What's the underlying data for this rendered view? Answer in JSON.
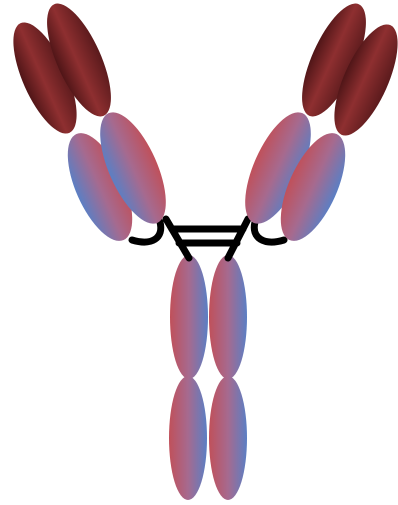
{
  "diagram": {
    "subject": "antibody-structure",
    "colors": {
      "background": "#ffffff",
      "heavy_chain_dark": "#5a1a1c",
      "heavy_chain_mid": "#8e2f30",
      "gradient_red": "#c0505a",
      "gradient_blue": "#5b7fc4",
      "linker": "#000000"
    },
    "domains": [
      {
        "name": "left-outer-variable-domain"
      },
      {
        "name": "left-inner-variable-domain"
      },
      {
        "name": "left-outer-constant-domain"
      },
      {
        "name": "left-inner-constant-domain"
      },
      {
        "name": "right-inner-variable-domain"
      },
      {
        "name": "right-outer-variable-domain"
      },
      {
        "name": "right-inner-constant-domain"
      },
      {
        "name": "right-outer-constant-domain"
      },
      {
        "name": "fc-left-upper-domain"
      },
      {
        "name": "fc-right-upper-domain"
      },
      {
        "name": "fc-left-lower-domain"
      },
      {
        "name": "fc-right-lower-domain"
      }
    ],
    "linkers": [
      {
        "name": "hinge-disulfide-bridge"
      },
      {
        "name": "left-light-chain-loop"
      },
      {
        "name": "right-light-chain-loop"
      }
    ]
  }
}
